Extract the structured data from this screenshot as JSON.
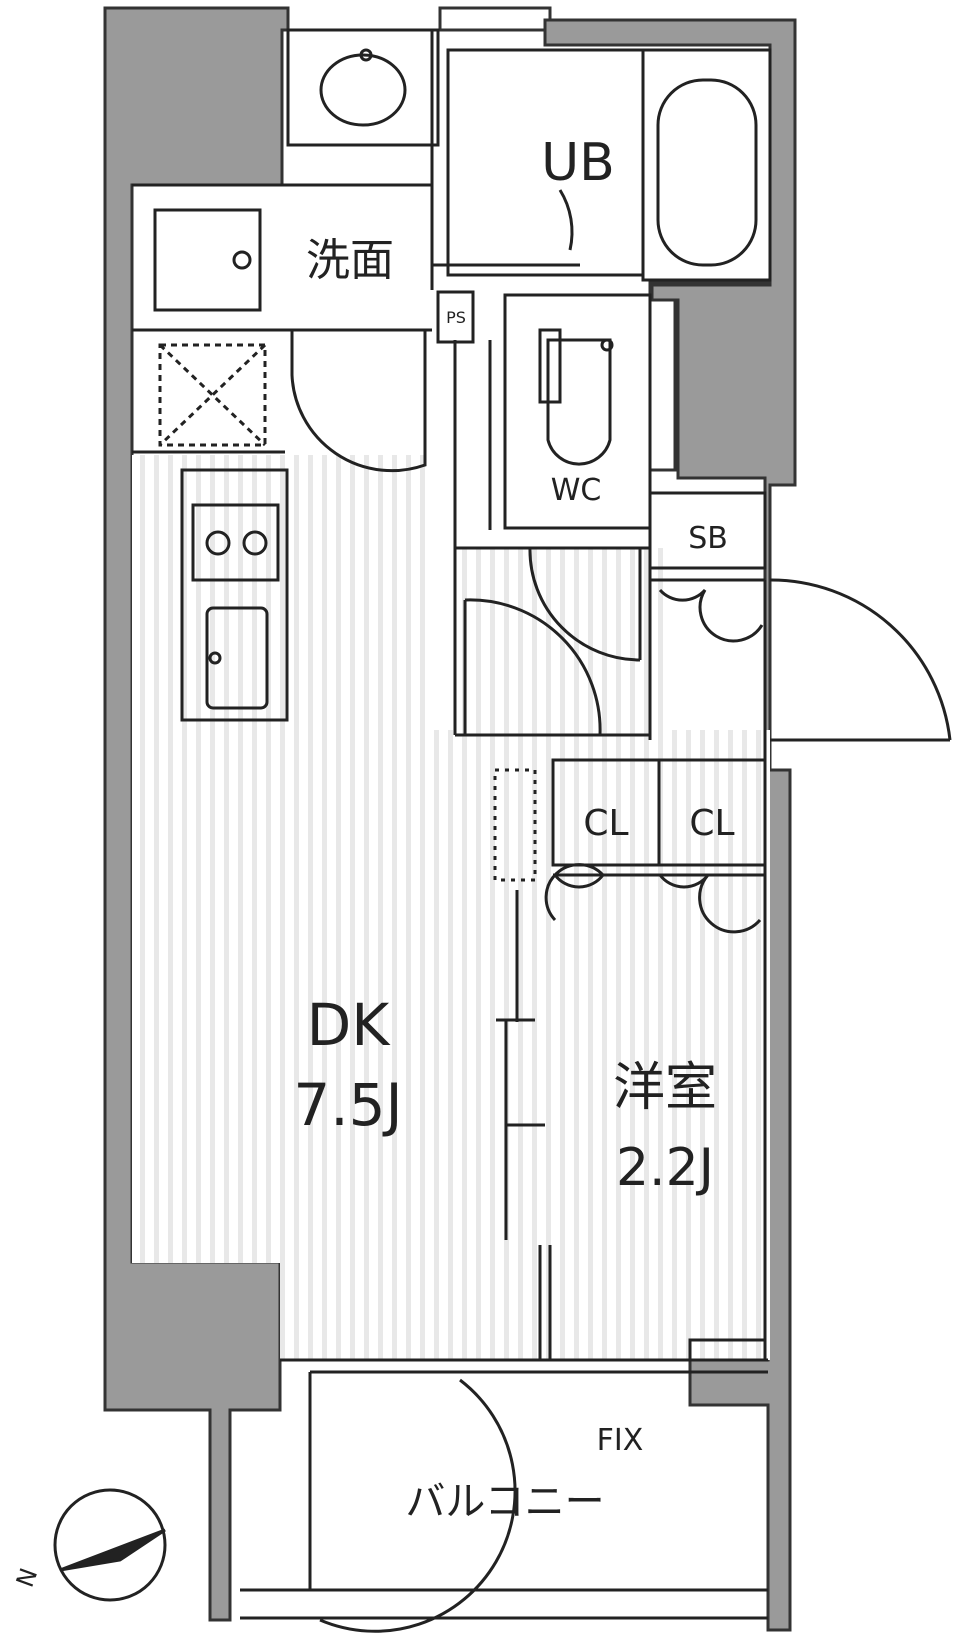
{
  "colors": {
    "wall": "#9a9a9a",
    "wall_stroke": "#333333",
    "floor_stripe": "#e6e6e6",
    "line": "#222222",
    "background": "#ffffff"
  },
  "rooms": {
    "ub": "UB",
    "washroom": "洗面",
    "ps": "PS",
    "wc": "WC",
    "sb": "SB",
    "cl1": "CL",
    "cl2": "CL",
    "dk_name": "DK",
    "dk_size": "7.5J",
    "western_name": "洋室",
    "western_size": "2.2J",
    "fix": "FIX",
    "balcony": "バルコニー"
  },
  "compass": {
    "north": "N",
    "icon": "compass-icon"
  }
}
